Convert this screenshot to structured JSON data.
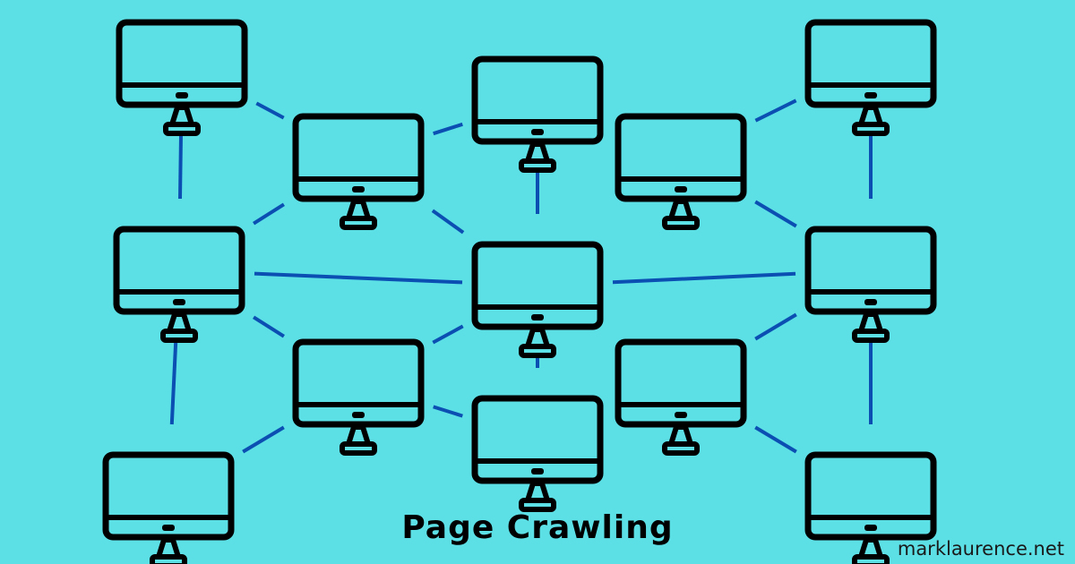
{
  "diagram": {
    "title": "Page Crawling",
    "watermark": "marklaurence.net",
    "colors": {
      "background": "#5ce0e6",
      "monitor": "#000000",
      "link": "#0b4fb3"
    },
    "nodes": [
      {
        "id": "monitor-top-left"
      },
      {
        "id": "monitor-upper-left-inner"
      },
      {
        "id": "monitor-top-center"
      },
      {
        "id": "monitor-upper-right-inner"
      },
      {
        "id": "monitor-top-right"
      },
      {
        "id": "monitor-middle-left"
      },
      {
        "id": "monitor-center"
      },
      {
        "id": "monitor-middle-right"
      },
      {
        "id": "monitor-lower-left-inner"
      },
      {
        "id": "monitor-lower-right-inner"
      },
      {
        "id": "monitor-bottom-left"
      },
      {
        "id": "monitor-bottom-center"
      },
      {
        "id": "monitor-bottom-right"
      }
    ],
    "links": [
      {
        "from": "monitor-top-left",
        "to": "monitor-upper-left-inner"
      },
      {
        "from": "monitor-top-left",
        "to": "monitor-middle-left"
      },
      {
        "from": "monitor-upper-left-inner",
        "to": "monitor-top-center"
      },
      {
        "from": "monitor-upper-left-inner",
        "to": "monitor-middle-left"
      },
      {
        "from": "monitor-upper-left-inner",
        "to": "monitor-center"
      },
      {
        "from": "monitor-top-center",
        "to": "monitor-center"
      },
      {
        "from": "monitor-top-right",
        "to": "monitor-upper-right-inner"
      },
      {
        "from": "monitor-top-right",
        "to": "monitor-middle-right"
      },
      {
        "from": "monitor-upper-right-inner",
        "to": "monitor-center"
      },
      {
        "from": "monitor-upper-right-inner",
        "to": "monitor-middle-right"
      },
      {
        "from": "monitor-middle-left",
        "to": "monitor-center"
      },
      {
        "from": "monitor-middle-left",
        "to": "monitor-lower-left-inner"
      },
      {
        "from": "monitor-middle-left",
        "to": "monitor-bottom-left"
      },
      {
        "from": "monitor-center",
        "to": "monitor-middle-right"
      },
      {
        "from": "monitor-center",
        "to": "monitor-lower-left-inner"
      },
      {
        "from": "monitor-center",
        "to": "monitor-lower-right-inner"
      },
      {
        "from": "monitor-center",
        "to": "monitor-bottom-center"
      },
      {
        "from": "monitor-middle-right",
        "to": "monitor-lower-right-inner"
      },
      {
        "from": "monitor-middle-right",
        "to": "monitor-bottom-right"
      },
      {
        "from": "monitor-lower-left-inner",
        "to": "monitor-bottom-left"
      },
      {
        "from": "monitor-lower-left-inner",
        "to": "monitor-bottom-center"
      },
      {
        "from": "monitor-lower-right-inner",
        "to": "monitor-bottom-center"
      },
      {
        "from": "monitor-lower-right-inner",
        "to": "monitor-bottom-right"
      }
    ]
  }
}
